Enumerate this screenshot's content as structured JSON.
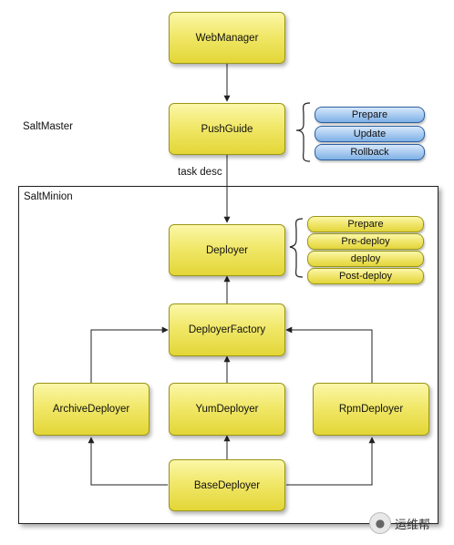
{
  "labels": {
    "salt_master": "SaltMaster",
    "salt_minion": "SaltMinion",
    "task_desc": "task desc"
  },
  "nodes": {
    "web_manager": "WebManager",
    "push_guide": "PushGuide",
    "deployer": "Deployer",
    "deployer_factory": "DeployerFactory",
    "archive_deployer": "ArchiveDeployer",
    "yum_deployer": "YumDeployer",
    "rpm_deployer": "RpmDeployer",
    "base_deployer": "BaseDeployer"
  },
  "push_guide_actions": [
    "Prepare",
    "Update",
    "Rollback"
  ],
  "deployer_phases": [
    "Prepare",
    "Pre-deploy",
    "deploy",
    "Post-deploy"
  ],
  "watermark": "运维帮",
  "colors": {
    "node_fill": "#f1e86a",
    "node_border": "#9a9616",
    "blue_pill": "#a6c9f0",
    "line": "#222222"
  }
}
